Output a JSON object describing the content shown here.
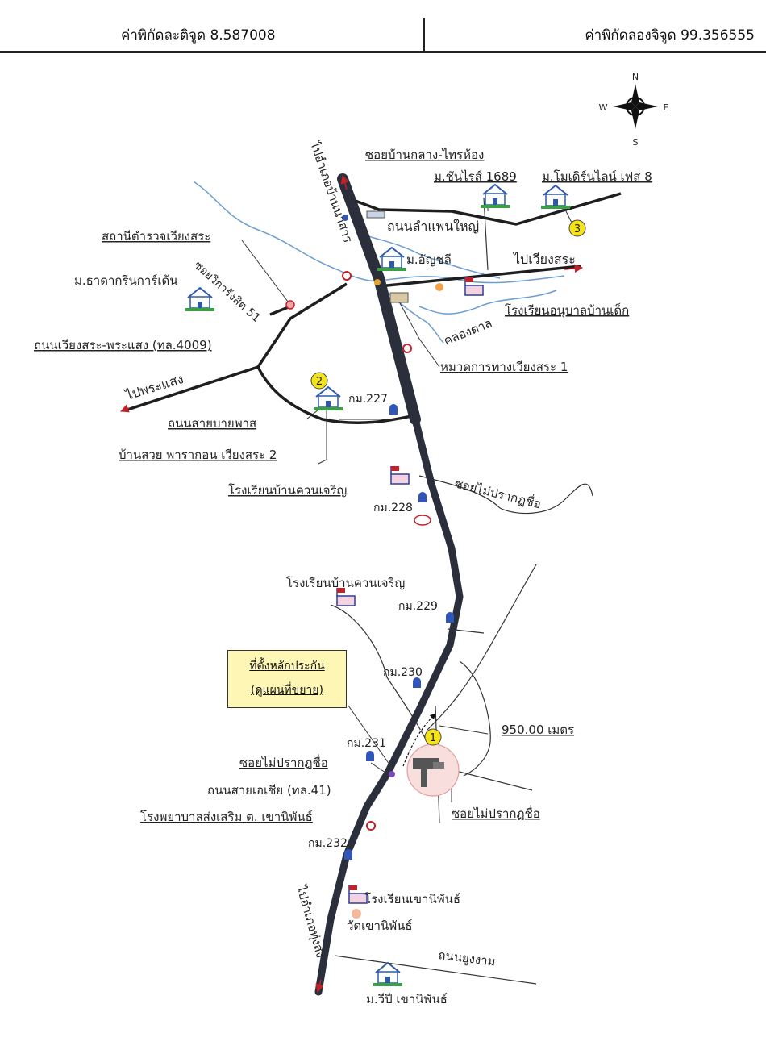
{
  "header": {
    "latitude_label": "ค่าพิกัดละติจูด 8.587008",
    "longitude_label": "ค่าพิกัดลองจิจูด 99.356555"
  },
  "compass": {
    "n": "N",
    "s": "S",
    "e": "E",
    "w": "W"
  },
  "callout": {
    "line1": "ที่ตั้งหลักประกัน",
    "line2": "(ดูแผนที่ขยาย)"
  },
  "labels": {
    "soi_ban_klang": "ซอยบ้านกลาง-ไทรห้อง",
    "m_chanrai": "ม.ชันไรส์ 1689",
    "m_modern": "ม.โมเดิร์นไลน์ เฟส 8",
    "to_ban_na_san": "ไปอำเภอบ้านนาสาร",
    "road_lam_phan": "ถนนลำแพนใหญ่",
    "police": "สถานีตำรวจเวียงสระ",
    "m_thara": "ม.ธาดากรีนการ์เด้น",
    "soi_wiset": "ซอยวิการังสิต 51",
    "m_anchali": "ม.อัญชลี",
    "to_wiang_sa": "ไปเวียงสระ",
    "kindergarten": "โรงเรียนอนุบาลบ้านเด็ก",
    "khlong_tan": "คลองตาล",
    "military": "หมวดการทางเวียงสระ 1",
    "road_4009": "ถนนเวียงสระ-พระแสง (ทล.4009)",
    "to_phrasaeng": "ไปพระแสง",
    "km227": "กม.227",
    "road_bypass": "ถนนสายบายพาส",
    "ban_suai": "บ้านสวย พารากอน เวียงสระ 2",
    "school_khuan_1": "โรงเรียนบ้านควนเจริญ",
    "km228": "กม.228",
    "soi_unnamed_1": "ซอยไม่ปรากฏชื่อ",
    "school_khuan_2": "โรงเรียนบ้านควนเจริญ",
    "km229": "กม.229",
    "km230": "กม.230",
    "distance": "950.00 เมตร",
    "km231": "กม.231",
    "soi_unnamed_2": "ซอยไม่ปรากฏชื่อ",
    "road_asia": "ถนนสายเอเชีย (ทล.41)",
    "hospital": "โรงพยาบาลส่งเสริม ต. เขานิพันธ์",
    "soi_unnamed_3": "ซอยไม่ปรากฏชื่อ",
    "km232": "กม.232",
    "school_khao": "โรงเรียนเขานิพันธ์",
    "wat_khao": "วัดเขานิพันธ์",
    "road_yung": "ถนนยูงงาม",
    "to_thung_song": "ไปอำเภอทุ่งสง",
    "m_vp": "ม.วีปี เขานิพันธ์",
    "marker1": "1",
    "marker2": "2",
    "marker3": "3"
  },
  "colors": {
    "highway": "#2b2f3c",
    "road": "#1e1e1e",
    "river": "#6d9ed0",
    "marker": "#f4e319",
    "km_post": "#2f56b8",
    "arrow": "#c2202a"
  }
}
